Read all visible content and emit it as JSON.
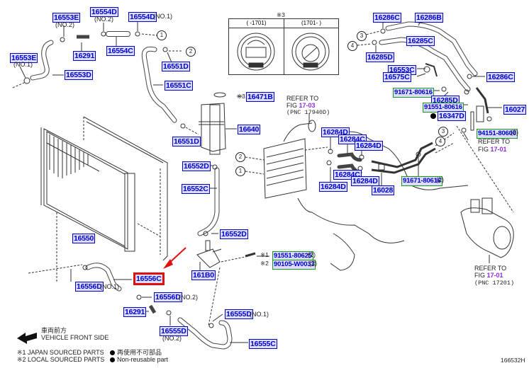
{
  "diagram_id": "166532H",
  "colors": {
    "part_label_text": "#0000cc",
    "part_label_border": "#0000cc",
    "std_part_border": "#1a9a1a",
    "highlight": "#e01010",
    "fig_ref": "#8a2be2"
  },
  "thermostat_inset": {
    "note_mark": "※3",
    "columns": [
      "(      -1701)",
      "(1701-      )"
    ]
  },
  "parts": {
    "p16553E_2": {
      "number": "16553E",
      "qualifier": "(NO.2)"
    },
    "p16554D_2": {
      "number": "16554D",
      "qualifier": "(NO.2)"
    },
    "p16554D_1": {
      "number": "16554D",
      "qualifier": "(NO.1)"
    },
    "p16291_top": {
      "number": "16291"
    },
    "p16554C": {
      "number": "16554C"
    },
    "p16553E_1": {
      "number": "16553E",
      "qualifier": "(NO.1)"
    },
    "p16553D": {
      "number": "16553D"
    },
    "p16551D_top": {
      "number": "16551D"
    },
    "p16551C": {
      "number": "16551C"
    },
    "p16471B": {
      "number": "16471B",
      "note_mark": "※3"
    },
    "p16640": {
      "number": "16640"
    },
    "p16551D_mid": {
      "number": "16551D"
    },
    "p16552D_top": {
      "number": "16552D"
    },
    "p16552C": {
      "number": "16552C"
    },
    "p16552D_bot": {
      "number": "16552D"
    },
    "p16550": {
      "number": "16550"
    },
    "p161B0": {
      "number": "161B0"
    },
    "p91551_80625": {
      "number": "91551-80625",
      "qty": "(2)",
      "note_mark": "※1"
    },
    "p90105_W0033": {
      "number": "90105-W0033",
      "qty": "(2)",
      "note_mark": "※2"
    },
    "p16556C": {
      "number": "16556C",
      "highlighted": true
    },
    "p16556D_1": {
      "number": "16556D",
      "qualifier": "(NO.1)"
    },
    "p16556D_2": {
      "number": "16556D",
      "qualifier": "(NO.2)"
    },
    "p16291_bot": {
      "number": "16291"
    },
    "p16555D_2": {
      "number": "16555D",
      "qualifier": "(NO.2)"
    },
    "p16555D_1": {
      "number": "16555D",
      "qualifier": "(NO.1)"
    },
    "p16555C": {
      "number": "16555C"
    },
    "p16286C_top": {
      "number": "16286C"
    },
    "p16286B": {
      "number": "16286B"
    },
    "p16285C": {
      "number": "16285C"
    },
    "p16285D_top": {
      "number": "16285D"
    },
    "p16553C": {
      "number": "16553C"
    },
    "p16575C": {
      "number": "16575C"
    },
    "p16286C_right": {
      "number": "16286C"
    },
    "p91671_80616_top": {
      "number": "91671-80616"
    },
    "p16285D_mid": {
      "number": "16285D"
    },
    "p91551_80616": {
      "number": "91551-80616"
    },
    "p16347D": {
      "number": "16347D",
      "non_reusable": true
    },
    "p16027": {
      "number": "16027"
    },
    "p94151_80600": {
      "number": "94151-80600",
      "qty": "(2)"
    },
    "p16284D_a": {
      "number": "16284D"
    },
    "p16284C_a": {
      "number": "16284C"
    },
    "p16284D_b": {
      "number": "16284D"
    },
    "p16284C_b": {
      "number": "16284C"
    },
    "p16284D_c": {
      "number": "16284D"
    },
    "p16284D_d": {
      "number": "16284D"
    },
    "p16028": {
      "number": "16028"
    },
    "p91671_80616_bot": {
      "number": "91671-80616",
      "qty": "(2)"
    }
  },
  "references": {
    "inter_cooler": {
      "line1": "REFER TO",
      "fig_prefix": "FIG ",
      "fig": "17-03",
      "pnc": "(PNC 17940D)"
    },
    "bracket_right": {
      "line1": "REFER TO",
      "fig_prefix": "FIG ",
      "fig": "17-01"
    },
    "water_pump": {
      "line1": "REFER TO",
      "fig_prefix": "FIG ",
      "fig": "17-01",
      "pnc": "(PNC 17201)"
    }
  },
  "callouts": [
    "1",
    "2",
    "3",
    "4"
  ],
  "legend": {
    "front_jp": "車両前方",
    "front_en": "VEHICLE FRONT SIDE",
    "note1": "※1 JAPAN SOURCED PARTS",
    "note2": "※2 LOCAL SOURCED PARTS",
    "nonreusable_jp": "再使用不可部品",
    "nonreusable_en": "Non-reusable part"
  }
}
